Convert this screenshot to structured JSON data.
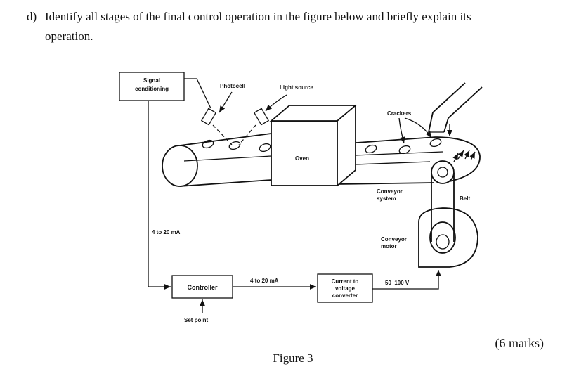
{
  "question": {
    "label": "d)",
    "text_line1": "Identify all stages of the final control operation in the figure below and briefly explain its",
    "text_line2": "operation."
  },
  "figure": {
    "labels": {
      "signal_conditioning_1": "Signal",
      "signal_conditioning_2": "conditioning",
      "photocell": "Photocell",
      "light_source": "Light source",
      "crackers": "Crackers",
      "oven": "Oven",
      "conveyor_system_1": "Conveyor",
      "conveyor_system_2": "system",
      "belt": "Belt",
      "conveyor_motor_1": "Conveyor",
      "conveyor_motor_2": "motor",
      "signal_feedback": "4 to 20 mA",
      "controller": "Controller",
      "controller_output": "4 to 20 mA",
      "converter_1": "Current to",
      "converter_2": "voltage",
      "converter_3": "converter",
      "motor_voltage": "50–100 V",
      "set_point": "Set point"
    },
    "caption": "Figure 3"
  },
  "marks": "(6 marks)"
}
